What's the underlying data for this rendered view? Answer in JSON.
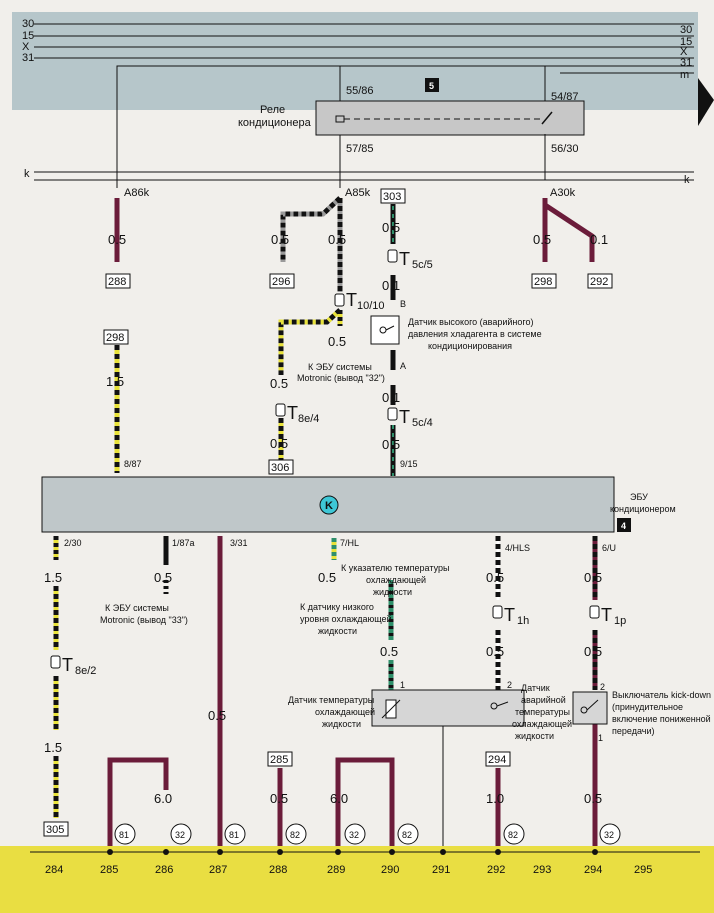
{
  "bus_labels": [
    "30",
    "15",
    "X",
    "31"
  ],
  "bus_labels_right": [
    "30",
    "15",
    "X",
    "31",
    "m"
  ],
  "k_labels": [
    "k",
    "k"
  ],
  "badges": {
    "top": "5",
    "ecu": "4"
  },
  "relay": {
    "label_line1": "Реле",
    "label_line2": "кондиционера",
    "pin_in_left": "55/86",
    "pin_out_left": "57/85",
    "pin_in_right": "54/87",
    "pin_out_right": "56/30"
  },
  "connectors": {
    "a86k": "A86k",
    "a85k": "A85k",
    "a30k": "A30k"
  },
  "boxes": {
    "b288": "288",
    "b296": "296",
    "b303": "303",
    "b298a": "298",
    "b292": "292",
    "b298b": "298",
    "b306": "306",
    "b285": "285",
    "b294": "294",
    "b305": "305"
  },
  "wire_sizes": {
    "w_a86k": "0.5",
    "w_296": "0.5",
    "w_a85k": "0.5",
    "w_303": "0.5",
    "w_298": "0.5",
    "w_292": "0.1",
    "w_b": "0.1",
    "w_motronic32": "0.5",
    "w_1_5_left": "1.5",
    "w_8e4_top": "0.5",
    "w_8e4_bot": "0.5",
    "w_a": "0.1",
    "w_5c4": "0.5",
    "w_230_top": "1.5",
    "w_230_bot": "1.5",
    "w_187a": "0.5",
    "w_331": "0.5",
    "w_7hl": "0.5",
    "w_sens_top": "0.5",
    "w_4hls_top": "0.5",
    "w_4hls_bot": "0.5",
    "w_6u_top": "0.5",
    "w_6u_bot": "0.5",
    "w_6_0_a": "6.0",
    "w_285": "0.5",
    "w_6_0_b": "6.0",
    "w_294": "1.0",
    "w_kd_bot": "0.5"
  },
  "pins": {
    "b": "B",
    "a": "A",
    "p887": "8/87",
    "p915": "9/15",
    "p230": "2/30",
    "p187a": "1/87a",
    "p331": "3/31",
    "p7hl": "7/HL",
    "p4hls": "4/HLS",
    "p6u": "6/U",
    "n1a": "1",
    "n2a": "2",
    "n2b": "2",
    "n1b": "1"
  },
  "t_connectors": {
    "t5c5": {
      "main": "T",
      "sub": "5c/5"
    },
    "t1010": {
      "main": "T",
      "sub": "10/10"
    },
    "t8e4": {
      "main": "T",
      "sub": "8e/4"
    },
    "t5c4": {
      "main": "T",
      "sub": "5c/4"
    },
    "t8e2": {
      "main": "T",
      "sub": "8e/2"
    },
    "t1h": {
      "main": "T",
      "sub": "1h"
    },
    "t1p": {
      "main": "T",
      "sub": "1p"
    }
  },
  "labels": {
    "pressure_sensor": [
      "Датчик высокого (аварийного)",
      "давления хладагента в системе",
      "кондиционирования"
    ],
    "motronic32": [
      "К ЭБУ системы",
      "Motronic (вывод \"32\")"
    ],
    "ecu": [
      "ЭБУ",
      "кондиционером"
    ],
    "ecu_symbol": "K",
    "motronic33": [
      "К ЭБУ системы",
      "Motronic (вывод \"33\")"
    ],
    "temp_gauge": [
      "К указателю температуры",
      "охлаждающей",
      "жидкости"
    ],
    "low_level": [
      "К датчику низкого",
      "уровня охлаждающей",
      "жидкости"
    ],
    "temp_sensor": [
      "Датчик температуры",
      "охлаждающей",
      "жидкости"
    ],
    "emergency_temp": [
      "Датчик",
      "аварийной",
      "температуры",
      "охлаждающей",
      "жидкости"
    ],
    "kickdown": [
      "Выключатель kick-down",
      "(принудительное",
      "включение пониженной",
      "передачи)"
    ]
  },
  "circles": {
    "c81a": "81",
    "c32a": "32",
    "c81b": "81",
    "c82a": "82",
    "c32b": "32",
    "c82b": "82",
    "c82c": "82",
    "c32c": "32"
  },
  "bottom_numbers": [
    "284",
    "285",
    "286",
    "287",
    "288",
    "289",
    "290",
    "291",
    "292",
    "293",
    "294",
    "295"
  ],
  "colors": {
    "bus_band": "#b6c6ca",
    "yellow_band": "#e9de42",
    "brown_wire": "#6b1c3a",
    "black": "#111111",
    "yellow": "#e8e23a",
    "green": "#2f8f6a",
    "gray": "#9a9a9a",
    "ecu_symbol": "#3ec7d6"
  }
}
